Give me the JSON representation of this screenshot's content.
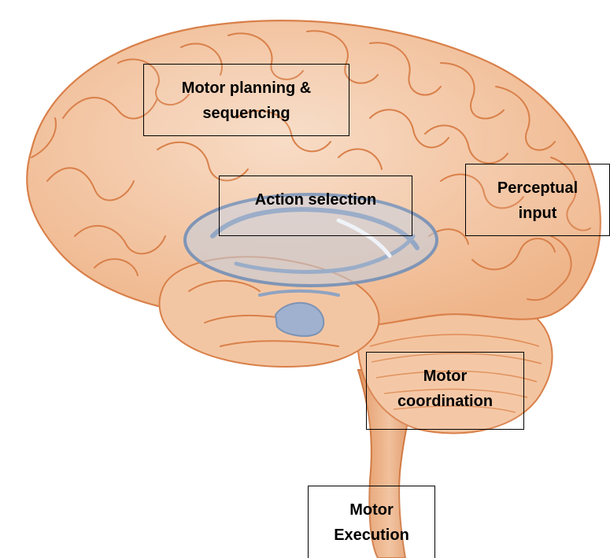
{
  "colors": {
    "brain_fill": "#f2c8a6",
    "brain_stroke": "#d9804a",
    "limbic_fill": "#b9c7d9",
    "limbic_stroke": "#7d93b4",
    "box_border": "#000000",
    "text": "#000000"
  },
  "labels": {
    "motor_planning": [
      "Motor planning &",
      "sequencing"
    ],
    "action_selection": [
      "Action selection"
    ],
    "perceptual_input": [
      "Perceptual",
      "input"
    ],
    "motor_coordination": [
      "Motor",
      "coordination"
    ],
    "motor_execution": [
      "Motor",
      "Execution"
    ]
  }
}
